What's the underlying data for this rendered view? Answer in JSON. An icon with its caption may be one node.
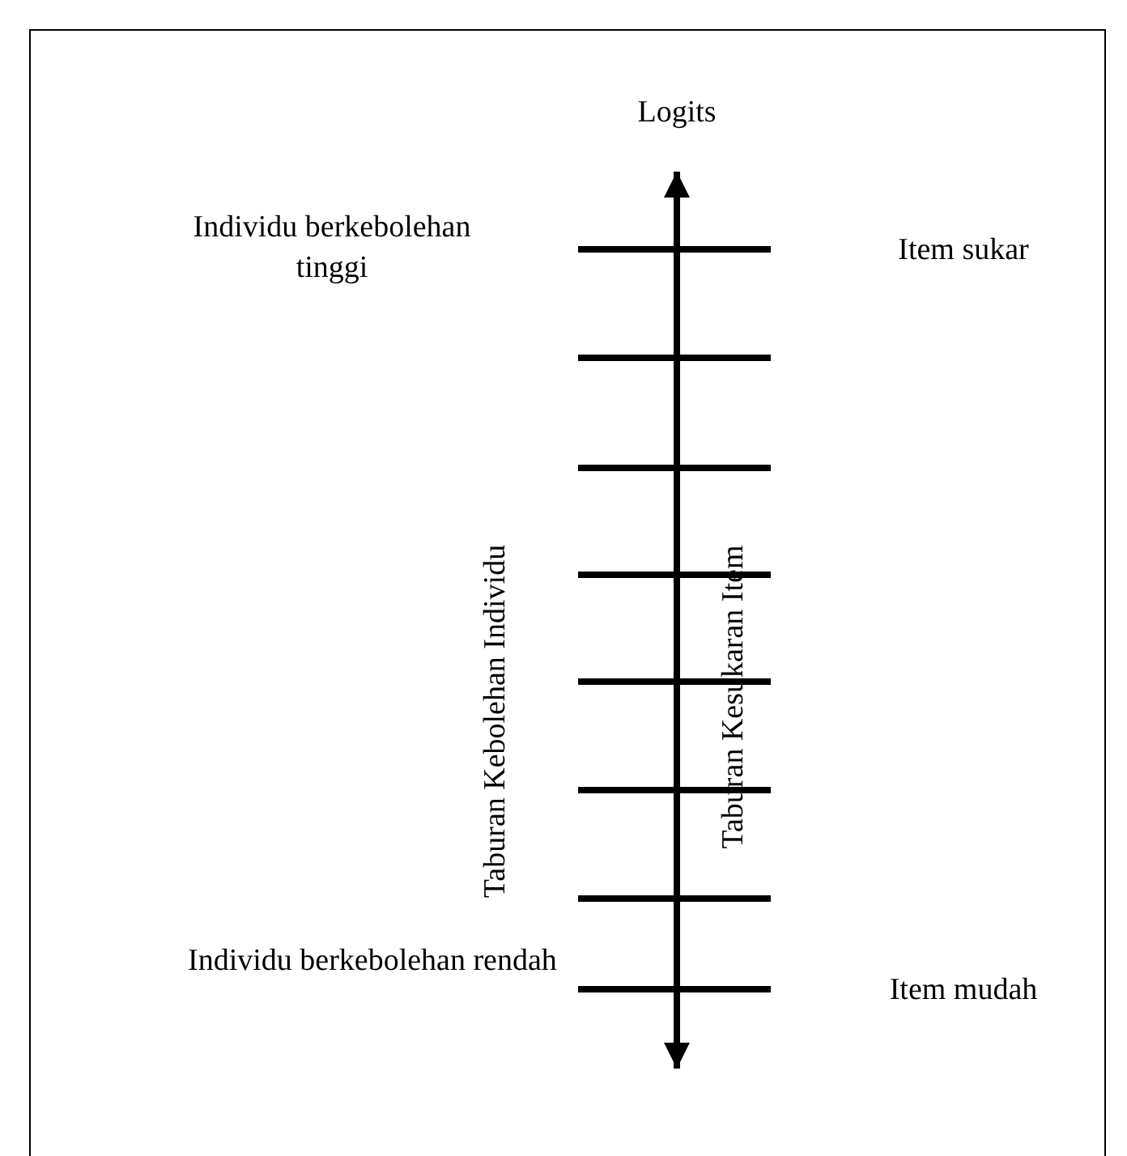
{
  "diagram": {
    "labels": [
      "Logits",
      "Individu berkebolehan tinggi",
      "Item sukar",
      "Taburan Kebolehan Individu",
      "Taburan Kesukaran Item",
      "Individu berkebolehan rendah",
      "Item mudah"
    ]
  }
}
